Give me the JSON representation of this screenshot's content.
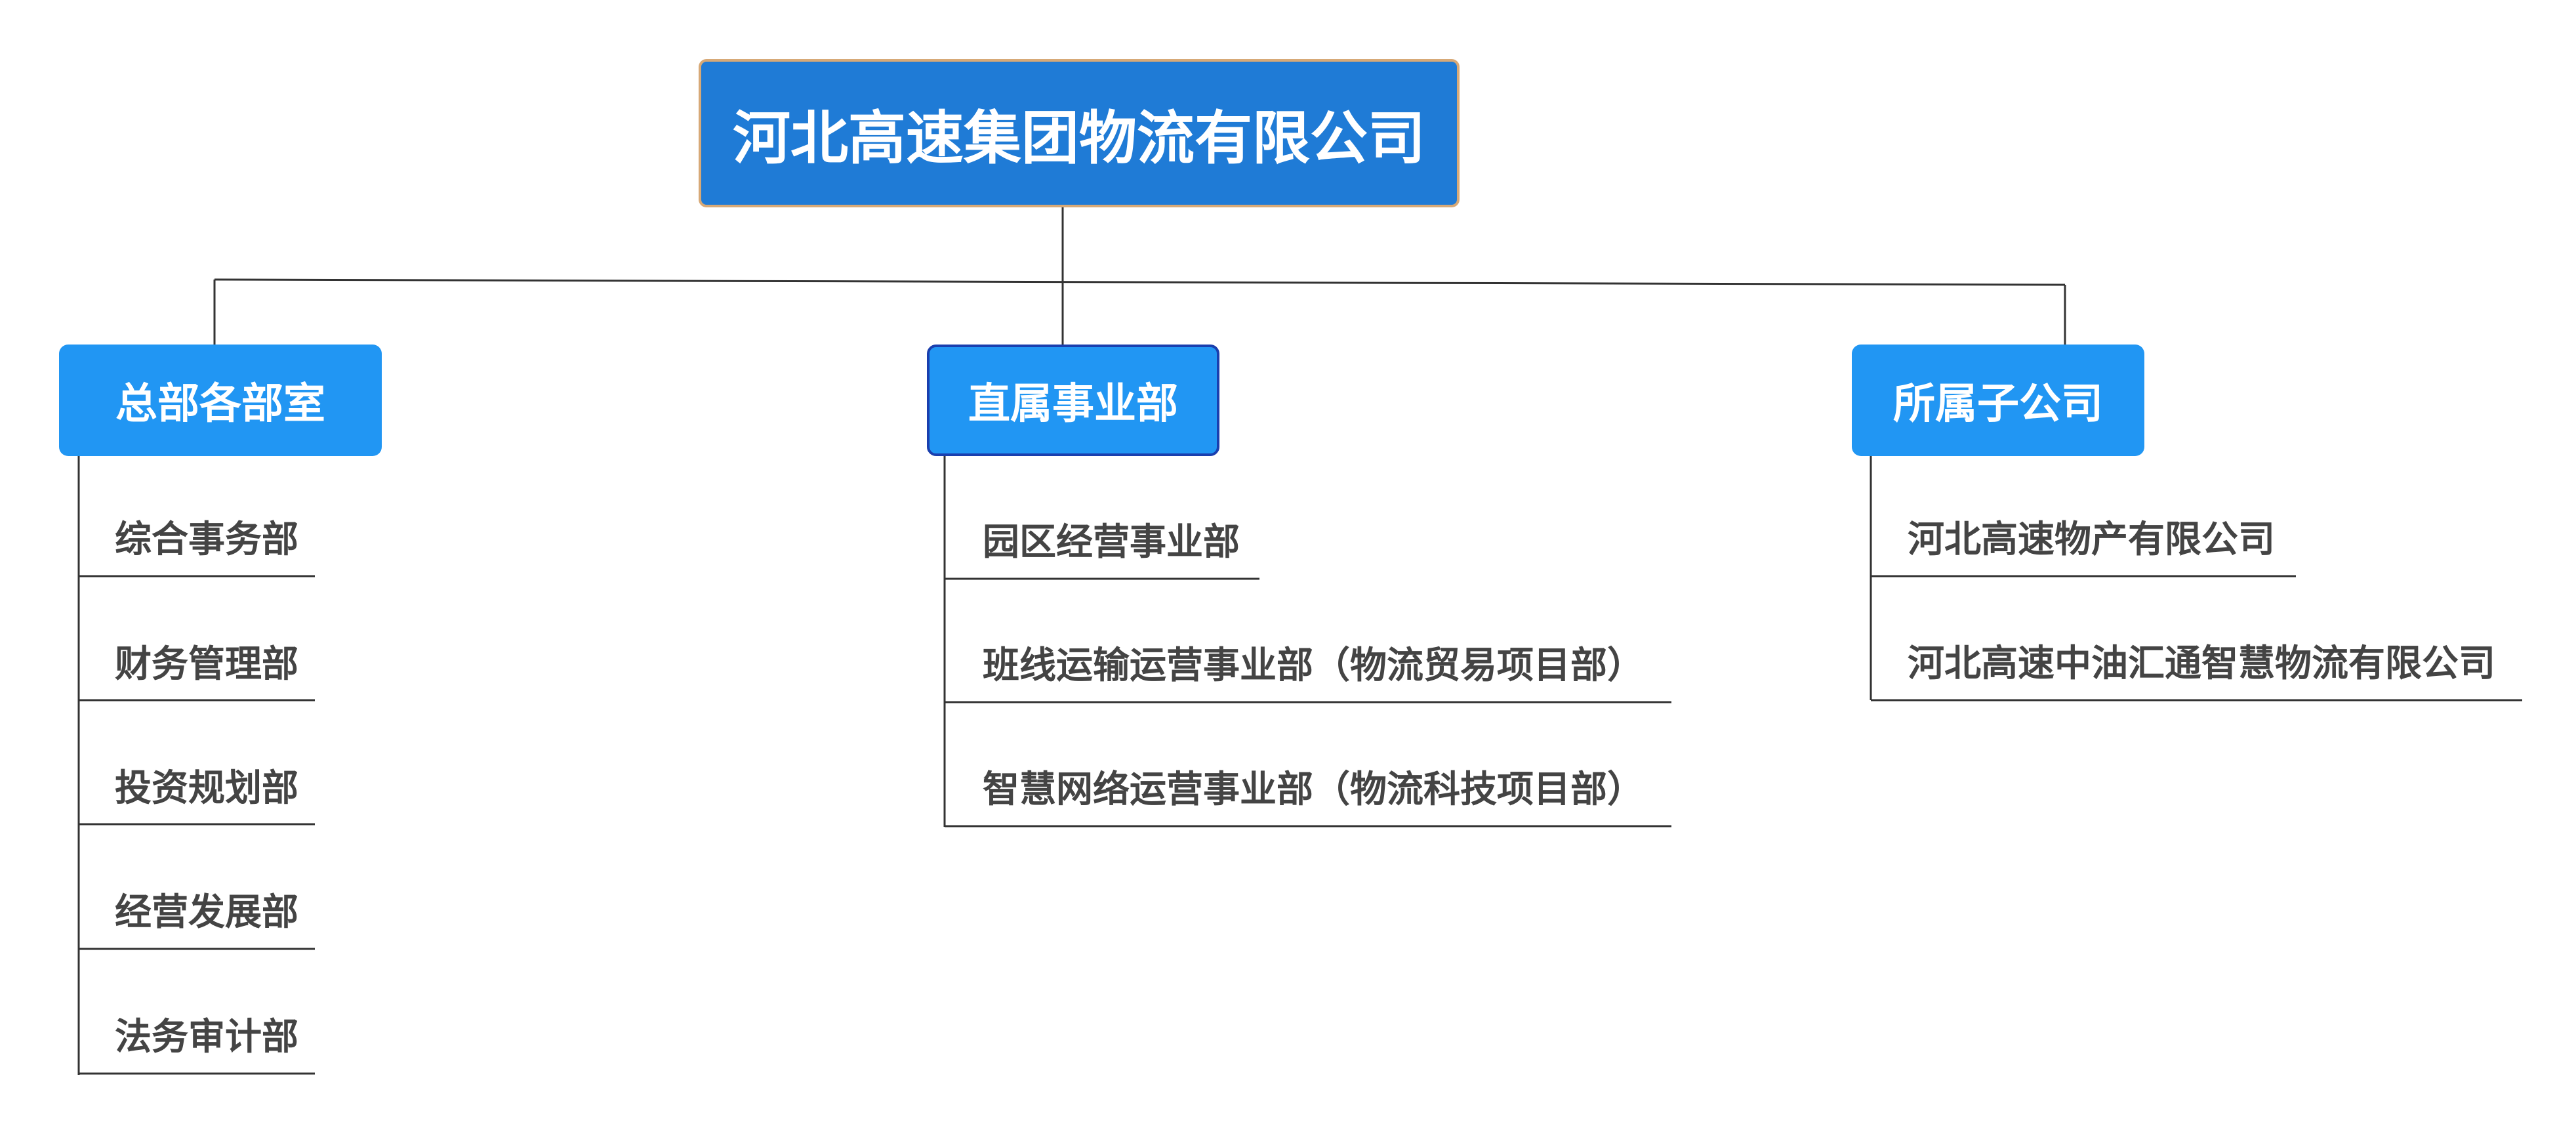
{
  "root": {
    "label": "河北高速集团物流有限公司"
  },
  "branches": [
    {
      "label": "总部各部室",
      "items": [
        "综合事务部",
        "财务管理部",
        "投资规划部",
        "经营发展部",
        "法务审计部"
      ]
    },
    {
      "label": "直属事业部",
      "items": [
        "园区经营事业部",
        "班线运输运营事业部（物流贸易项目部）",
        "智慧网络运营事业部（物流科技项目部）"
      ]
    },
    {
      "label": "所属子公司",
      "items": [
        "河北高速物产有限公司",
        "河北高速中油汇通智慧物流有限公司"
      ]
    }
  ],
  "colors": {
    "root_fill": "#1f7bd6",
    "root_border": "#d7a977",
    "branch_fill": "#2196f3",
    "branch_selected_border": "#1a3fae",
    "text_dark": "#444444",
    "line": "#333333"
  }
}
